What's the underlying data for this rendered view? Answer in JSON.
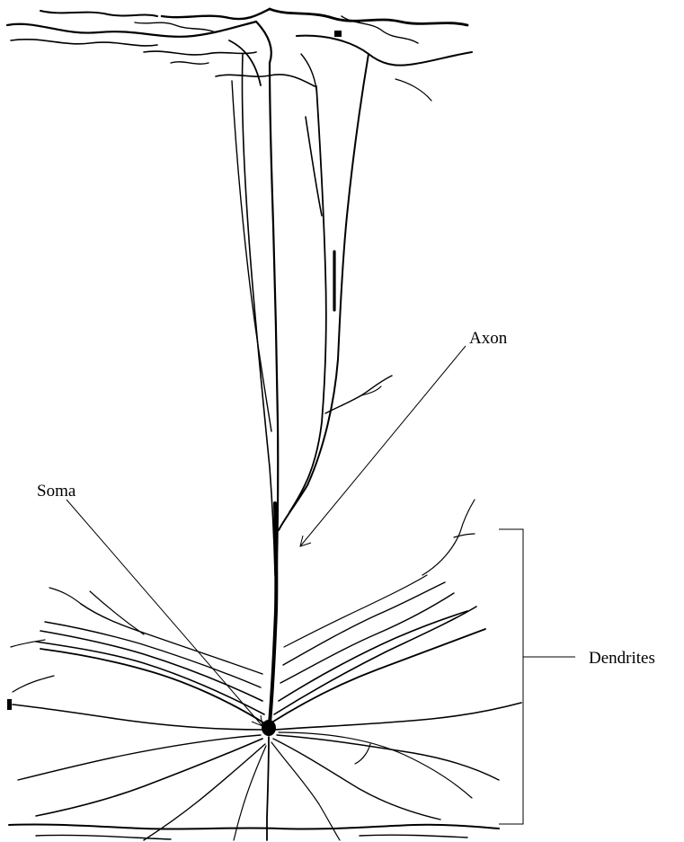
{
  "diagram": {
    "labels": {
      "axon": "Axon",
      "soma": "Soma",
      "dendrites": "Dendrites"
    },
    "colors": {
      "ink": "#000000",
      "background": "#ffffff"
    }
  }
}
